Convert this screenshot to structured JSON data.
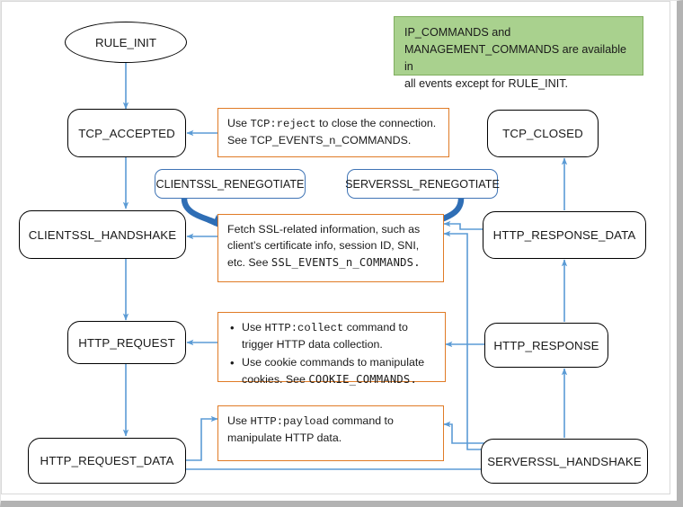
{
  "diagram": {
    "title": "iRules event flow diagram",
    "colors": {
      "arrow_blue": "#5b9bd5",
      "loop_blue": "#2f6eb5",
      "callout_orange": "#e07b26",
      "note_green_fill": "#a9d18e",
      "note_green_border": "#7fae5e",
      "node_border": "#000000",
      "renegotiate_border": "#3f74b5",
      "background": "#ffffff"
    },
    "nodes": {
      "rule_init": "RULE_INIT",
      "tcp_accepted": "TCP_ACCEPTED",
      "clientssl_handshake": "CLIENTSSL_HANDSHAKE",
      "http_request": "HTTP_REQUEST",
      "http_request_data": "HTTP_REQUEST_DATA",
      "tcp_closed": "TCP_CLOSED",
      "http_response_data": "HTTP_RESPONSE_DATA",
      "http_response": "HTTP_RESPONSE",
      "serverssl_handshake": "SERVERSSL_HANDSHAKE",
      "clientssl_renegotiate": "CLIENTSSL_RENEGOTIATE",
      "serverssl_renegotiate": "SERVERSSL_RENEGOTIATE"
    },
    "note_green": {
      "line1": "IP_COMMANDS and",
      "line2": "MANAGEMENT_COMMANDS are available in",
      "line3": "all events except for RULE_INIT."
    },
    "callout_tcp": {
      "l1_a": "Use ",
      "l1_mono": "TCP:reject",
      "l1_b": " to close the connection.",
      "l2": "See TCP_EVENTS_n_COMMANDS."
    },
    "callout_ssl": {
      "l1": "Fetch SSL-related information, such as",
      "l2": "client’s certificate info, session ID, SNI,",
      "l3_a": "etc. See ",
      "l3_mono": "SSL_EVENTS_n_COMMANDS."
    },
    "callout_http": {
      "b1_a": "Use ",
      "b1_mono": "HTTP:collect",
      "b1_b": " command to trigger HTTP data collection.",
      "b2_a": "Use cookie commands to manipulate cookies. See ",
      "b2_mono": "COOKIE_COMMANDS."
    },
    "callout_payload": {
      "l1_a": "Use ",
      "l1_mono": "HTTP:payload",
      "l1_b": " command to",
      "l2": "manipulate HTTP data."
    }
  }
}
